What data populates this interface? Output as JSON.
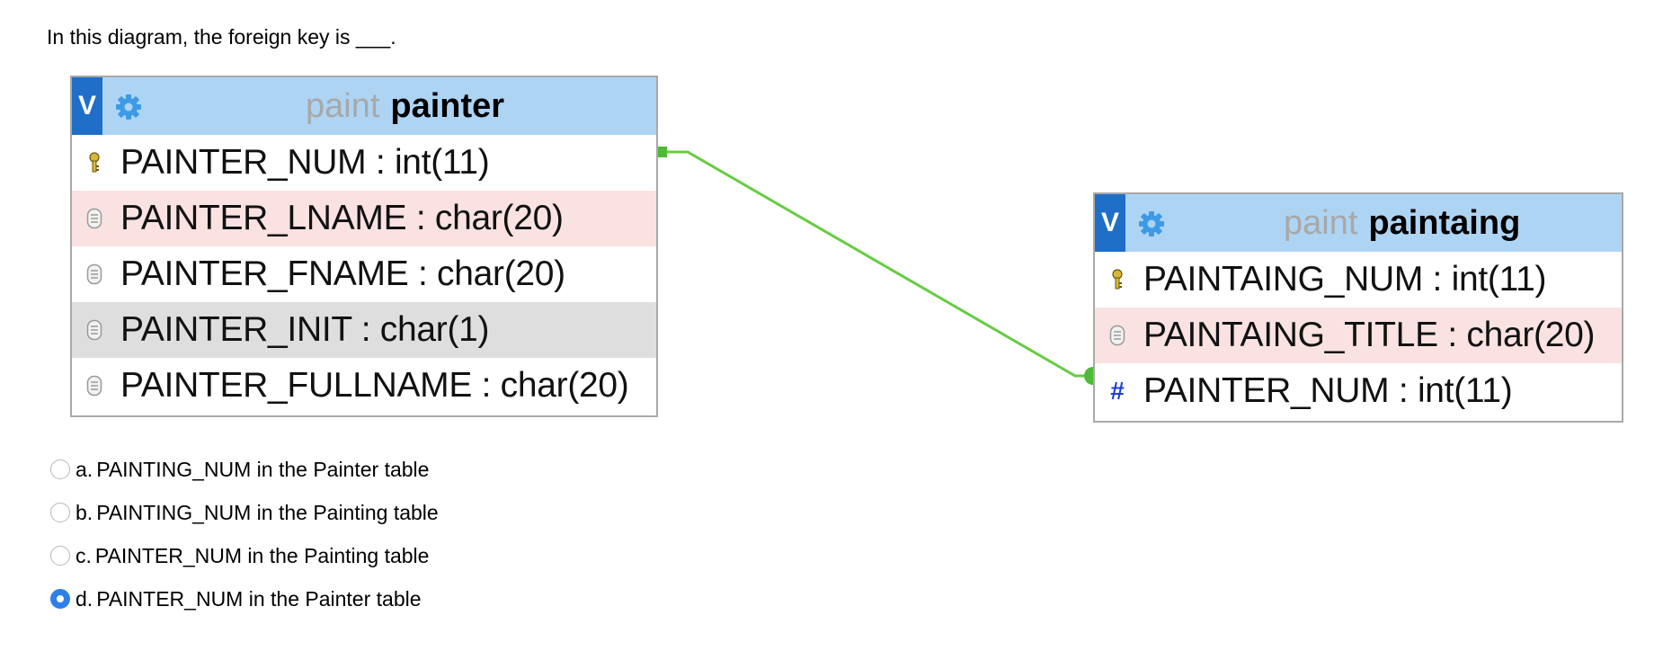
{
  "question": {
    "text": "In this diagram, the foreign key is ___."
  },
  "diagram": {
    "tables": [
      {
        "db": "paint",
        "name": "painter",
        "columns": [
          {
            "label": "PAINTER_NUM : int(11)",
            "icon": "primary-key-icon"
          },
          {
            "label": "PAINTER_LNAME : char(20)",
            "icon": "column-icon"
          },
          {
            "label": "PAINTER_FNAME : char(20)",
            "icon": "column-icon"
          },
          {
            "label": "PAINTER_INIT : char(1)",
            "icon": "column-icon"
          },
          {
            "label": "PAINTER_FULLNAME : char(20)",
            "icon": "column-icon"
          }
        ]
      },
      {
        "db": "paint",
        "name": "paintaing",
        "columns": [
          {
            "label": "PAINTAING_NUM : int(11)",
            "icon": "primary-key-icon"
          },
          {
            "label": "PAINTAING_TITLE : char(20)",
            "icon": "column-icon"
          },
          {
            "label": "PAINTER_NUM : int(11)",
            "icon": "numeric-icon"
          }
        ]
      }
    ],
    "v_button_label": "V",
    "relation_color": "#66cc44",
    "header_color": "#aed4f4",
    "highlight_row_color": "#f9e2e1",
    "hover_row_color": "#dedede"
  },
  "options": [
    {
      "letter": "a.",
      "text": "PAINTING_NUM in the Painter table",
      "selected": false
    },
    {
      "letter": "b.",
      "text": "PAINTING_NUM in the Painting table",
      "selected": false
    },
    {
      "letter": "c.",
      "text": "PAINTER_NUM in the Painting table",
      "selected": false
    },
    {
      "letter": "d.",
      "text": "PAINTER_NUM in the Painter table",
      "selected": true
    }
  ]
}
